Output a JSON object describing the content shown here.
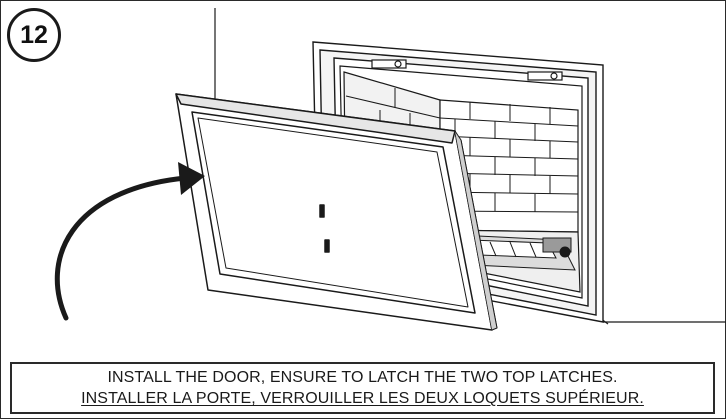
{
  "step": {
    "number": "12"
  },
  "instructions": {
    "english": "INSTALL THE DOOR, ENSURE TO LATCH THE TWO TOP LATCHES.",
    "french": "INSTALLER LA PORTE, VERROUILLER LES DEUX LOQUETS SUPÉRIEUR."
  },
  "colors": {
    "line": "#1a1a1a",
    "fill": "#ffffff",
    "shade": "#e6e6e6",
    "dark_shade": "#9a9a9a"
  },
  "icons": {
    "arrow": "curved-arrow-icon",
    "step_badge": "step-circle"
  }
}
